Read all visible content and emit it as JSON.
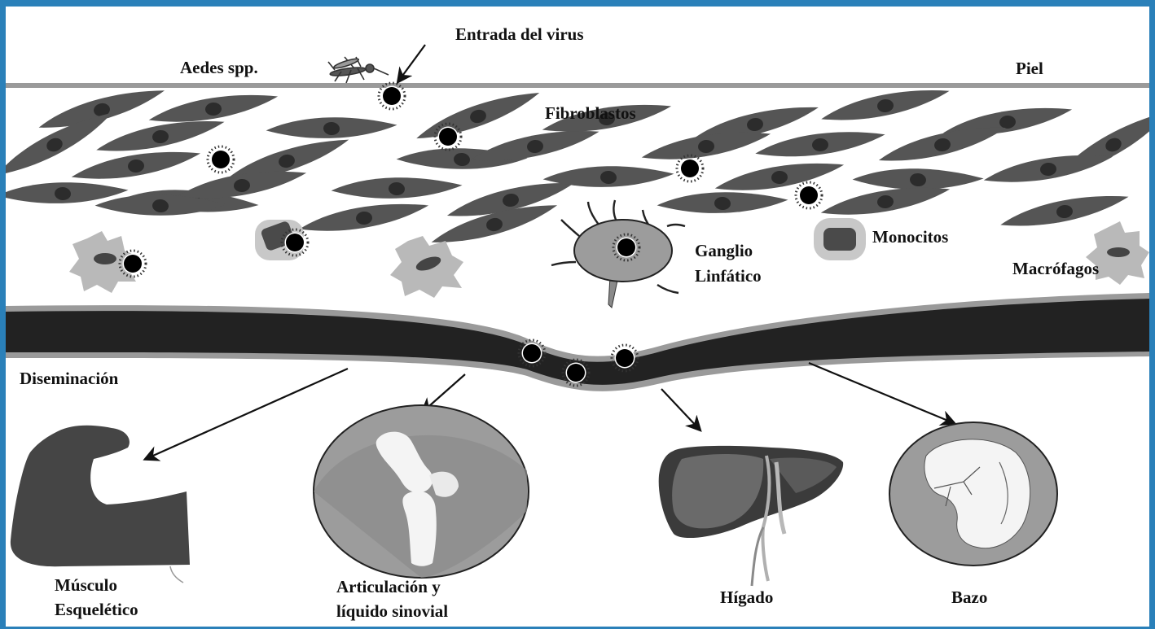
{
  "colors": {
    "frame": "#2a80b9",
    "cell": "#555555",
    "nucleus": "#2c2c2c",
    "vessel": "#222222",
    "vessel_edge": "#9a9a9a",
    "organ_circle": "#9c9c9c",
    "virion": "#000000"
  },
  "labels": {
    "entry": "Entrada del virus",
    "mosquito": "Aedes spp.",
    "skin": "Piel",
    "fibroblasts": "Fibroblastos",
    "lymph_node_line1": "Ganglio",
    "lymph_node_line2": "Linfático",
    "monocytes": "Monocitos",
    "macrophages": "Macrófagos",
    "dissemination": "Diseminación",
    "muscle_line1": "Músculo",
    "muscle_line2": "Esquelético",
    "joint_line1": "Articulación y",
    "joint_line2": "líquido sinovial",
    "liver": "Hígado",
    "spleen": "Bazo"
  },
  "icons": {
    "mosquito": "mosquito-icon",
    "virion": "virus-particle-icon",
    "muscle": "flexed-arm-icon",
    "joint": "knee-joint-icon",
    "liver": "liver-icon",
    "spleen": "spleen-icon"
  }
}
